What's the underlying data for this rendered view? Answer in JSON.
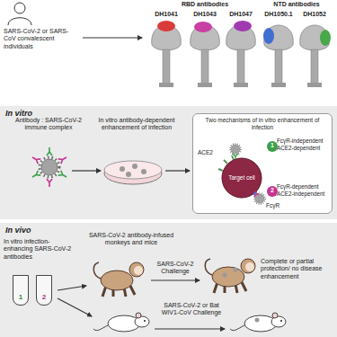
{
  "diagram": {
    "nodes": [
      {
        "text": [
          "In vitro"
        ]
      },
      {
        "text": [
          "Two mechanisms of in vitro enhancement of infection"
        ],
        "in": 0
      },
      {
        "text": [
          "1"
        ],
        "in": 1
      },
      {
        "text": [
          "2"
        ],
        "in": 1
      },
      {
        "text": [
          "In vivo"
        ]
      },
      {
        "text": [
          "1"
        ],
        "in": 4
      },
      {
        "text": [
          "2"
        ],
        "in": 4
      }
    ],
    "labels": [
      "SARS-CoV-2 or SARS-CoV convalescent individuals",
      "DH1041",
      "DH1043",
      "DH1047",
      "DH1050.1",
      "DH1052",
      "RBD antibodies",
      "NTD antibodies",
      "Antibody : SARS-CoV-2 immune complex",
      "In vitro antibody-dependent enhancement of infection",
      "ACE2",
      "Target cell",
      "FcγR",
      "FcγR-independent ACE2-dependent",
      "FcγR-dependent ACE2-independent",
      "In vitro infection-enhancing SARS-CoV-2 antibodies",
      "SARS-CoV-2 antibody-infused monkeys and mice",
      "SARS-CoV-2 Challenge",
      "Complete or partial protection/ no disease enhancement",
      "SARS-CoV-2 or Bat WIV1-CoV Challenge"
    ]
  }
}
